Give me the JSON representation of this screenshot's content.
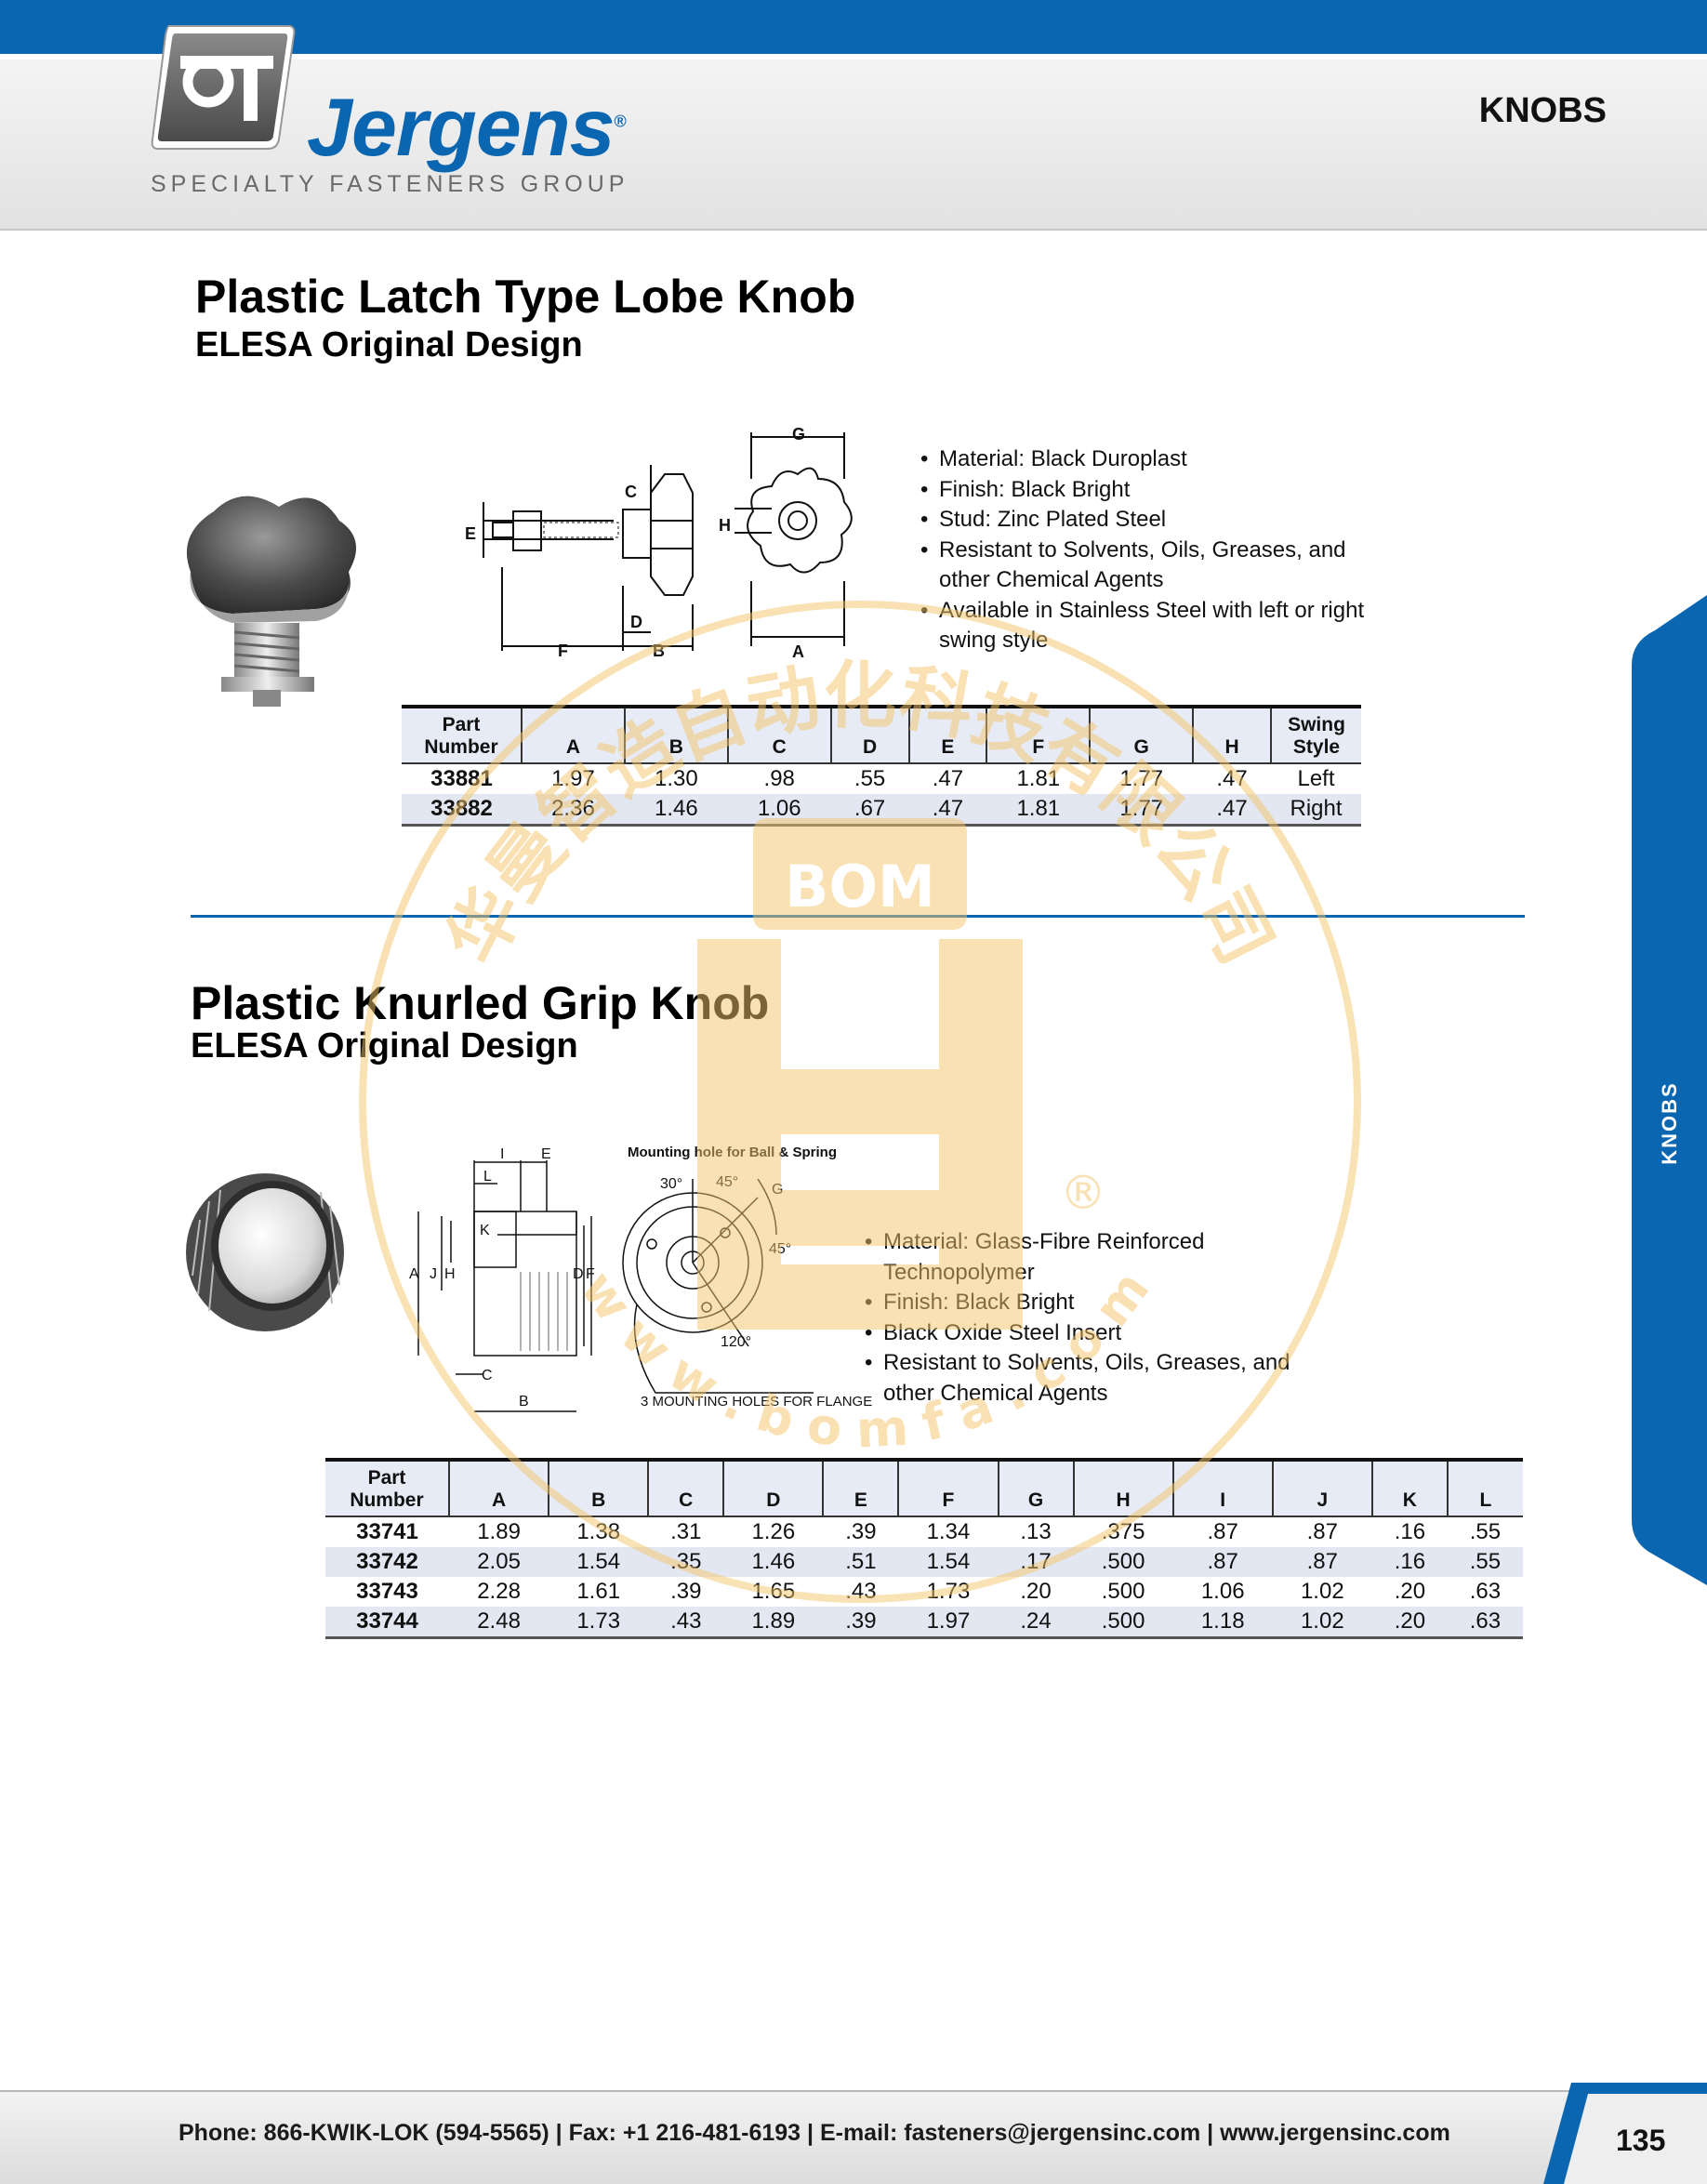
{
  "header": {
    "brand_name": "Jergens",
    "brand_registered": "®",
    "brand_subtitle": "SPECIALTY FASTENERS GROUP",
    "section_title": "KNOBS",
    "side_tab_label": "KNOBS"
  },
  "colors": {
    "brand_blue": "#0b66b2",
    "table_row_tint": "#e3e7f2",
    "watermark": "#f4c56a"
  },
  "product1": {
    "title": "Plastic Latch Type Lobe Knob",
    "subtitle": "ELESA Original Design",
    "features": [
      "Material: Black Duroplast",
      "Finish: Black Bright",
      "Stud: Zinc Plated Steel",
      "Resistant to Solvents, Oils, Greases, and other Chemical Agents",
      "Available in Stainless Steel with left or right swing style"
    ],
    "diagram_labels": {
      "C": "C",
      "E": "E",
      "D": "D",
      "F": "F",
      "B": "B",
      "H": "H",
      "G": "G",
      "A": "A"
    },
    "table": {
      "headers": [
        "Part Number",
        "A",
        "B",
        "C",
        "D",
        "E",
        "F",
        "G",
        "H",
        "Swing Style"
      ],
      "rows": [
        [
          "33881",
          "1.97",
          "1.30",
          ".98",
          ".55",
          ".47",
          "1.81",
          "1.77",
          ".47",
          "Left"
        ],
        [
          "33882",
          "2.36",
          "1.46",
          "1.06",
          ".67",
          ".47",
          "1.81",
          "1.77",
          ".47",
          "Right"
        ]
      ]
    }
  },
  "product2": {
    "title": "Plastic Knurled Grip Knob",
    "subtitle": "ELESA Original Design",
    "features": [
      "Material: Glass-Fibre Reinforced Technopolymer",
      "Finish: Black Bright",
      "Black Oxide Steel Insert",
      "Resistant to Solvents, Oils, Greases, and other Chemical Agents"
    ],
    "diagram_labels": {
      "I": "I",
      "E": "E",
      "L": "L",
      "K": "K",
      "A": "A",
      "J": "J",
      "H": "H",
      "D": "D",
      "F": "F",
      "C": "C",
      "B": "B",
      "G": "G",
      "mounting_hole": "Mounting hole for Ball & Spring",
      "angle_30": "30°",
      "angle_45a": "45°",
      "angle_45b": "45°",
      "angle_120": "120°",
      "flange_holes": "3 MOUNTING HOLES FOR FLANGE"
    },
    "table": {
      "headers": [
        "Part Number",
        "A",
        "B",
        "C",
        "D",
        "E",
        "F",
        "G",
        "H",
        "I",
        "J",
        "K",
        "L"
      ],
      "rows": [
        [
          "33741",
          "1.89",
          "1.38",
          ".31",
          "1.26",
          ".39",
          "1.34",
          ".13",
          ".375",
          ".87",
          ".87",
          ".16",
          ".55"
        ],
        [
          "33742",
          "2.05",
          "1.54",
          ".35",
          "1.46",
          ".51",
          "1.54",
          ".17",
          ".500",
          ".87",
          ".87",
          ".16",
          ".55"
        ],
        [
          "33743",
          "2.28",
          "1.61",
          ".39",
          "1.65",
          ".43",
          "1.73",
          ".20",
          ".500",
          "1.06",
          "1.02",
          ".20",
          ".63"
        ],
        [
          "33744",
          "2.48",
          "1.73",
          ".43",
          "1.89",
          ".39",
          "1.97",
          ".24",
          ".500",
          "1.18",
          "1.02",
          ".20",
          ".63"
        ]
      ]
    }
  },
  "watermark": {
    "text": "华曼智造自动化科技有限公司",
    "logo_text": "BOM",
    "url_text": "w w w . b o m f a . c o m",
    "registered": "®"
  },
  "footer": {
    "contact": "Phone: 866-KWIK-LOK (594-5565)  |  Fax: +1 216-481-6193  |  E-mail: fasteners@jergensinc.com  |  www.jergensinc.com",
    "page_number": "135"
  }
}
